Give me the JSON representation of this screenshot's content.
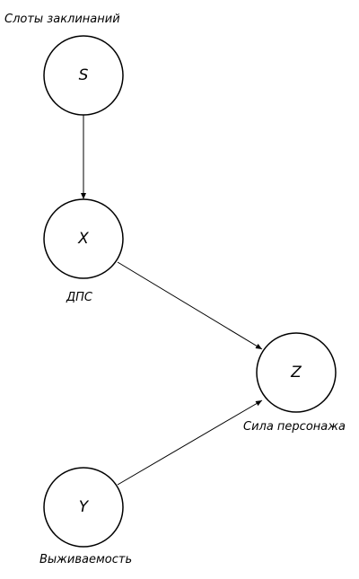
{
  "diagram": {
    "nodes": {
      "s": {
        "letter": "S",
        "caption": "Слоты заклинаний"
      },
      "x": {
        "letter": "X",
        "caption": "ДПС"
      },
      "z": {
        "letter": "Z",
        "caption": "Сила персонажа"
      },
      "y": {
        "letter": "Y",
        "caption": "Выживаемость"
      }
    },
    "edges": [
      {
        "from": "S",
        "to": "X"
      },
      {
        "from": "X",
        "to": "Z"
      },
      {
        "from": "Y",
        "to": "Z"
      }
    ]
  }
}
